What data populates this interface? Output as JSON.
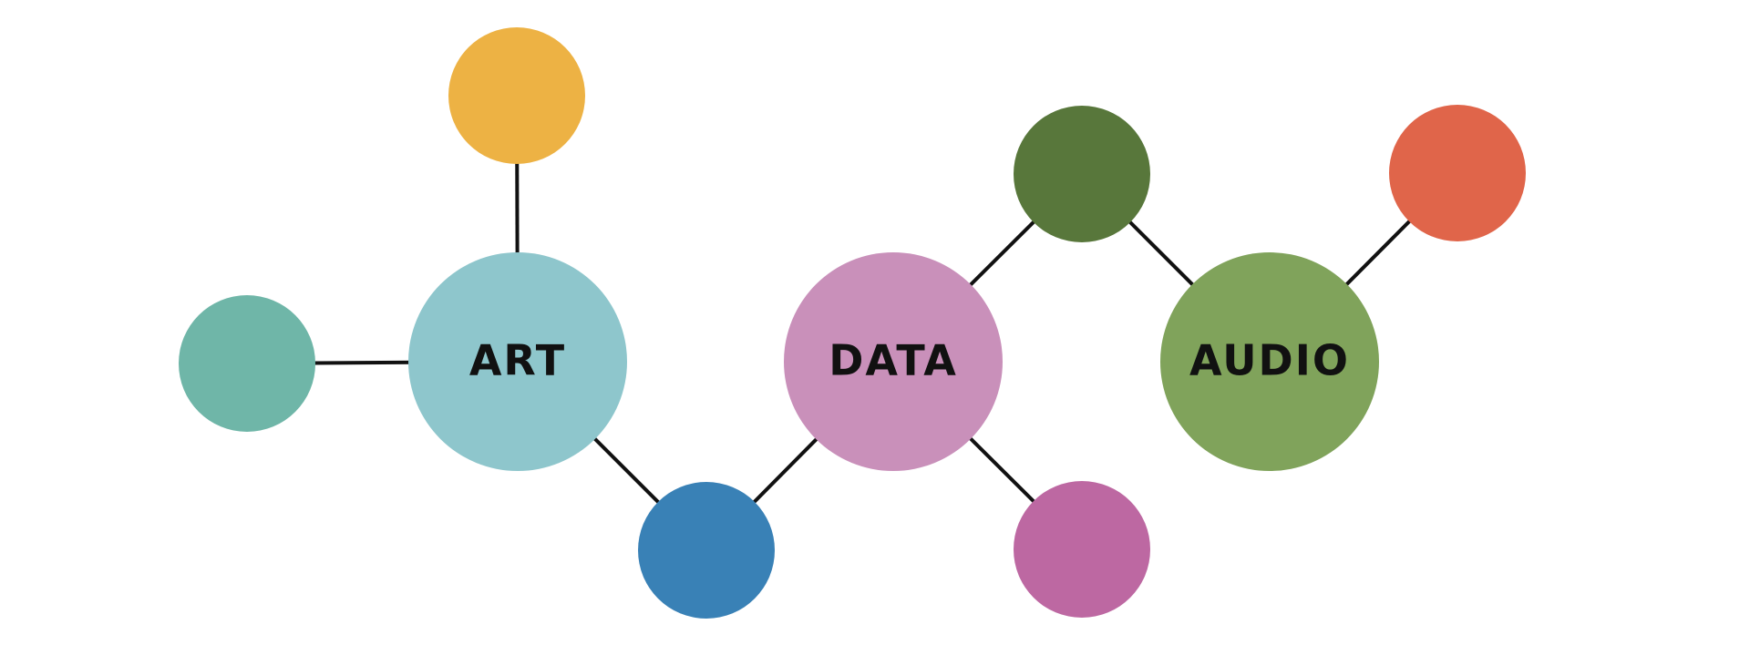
{
  "diagram": {
    "edge_color": "#111111",
    "nodes": [
      {
        "id": "art",
        "label": "ART",
        "color": "#8EC6CC"
      },
      {
        "id": "data",
        "label": "DATA",
        "color": "#C990BA"
      },
      {
        "id": "audio",
        "label": "AUDIO",
        "color": "#80A35B"
      },
      {
        "id": "yellow",
        "label": "",
        "color": "#EDB244"
      },
      {
        "id": "teal",
        "label": "",
        "color": "#6FB6A8"
      },
      {
        "id": "blue",
        "label": "",
        "color": "#3981B6"
      },
      {
        "id": "darkgreen",
        "label": "",
        "color": "#58773B"
      },
      {
        "id": "magenta",
        "label": "",
        "color": "#BD68A2"
      },
      {
        "id": "red",
        "label": "",
        "color": "#E0654A"
      }
    ],
    "edges": [
      {
        "from": "art",
        "to": "yellow"
      },
      {
        "from": "art",
        "to": "teal"
      },
      {
        "from": "art",
        "to": "blue"
      },
      {
        "from": "blue",
        "to": "data"
      },
      {
        "from": "data",
        "to": "darkgreen"
      },
      {
        "from": "data",
        "to": "magenta"
      },
      {
        "from": "darkgreen",
        "to": "audio"
      },
      {
        "from": "audio",
        "to": "red"
      }
    ]
  }
}
